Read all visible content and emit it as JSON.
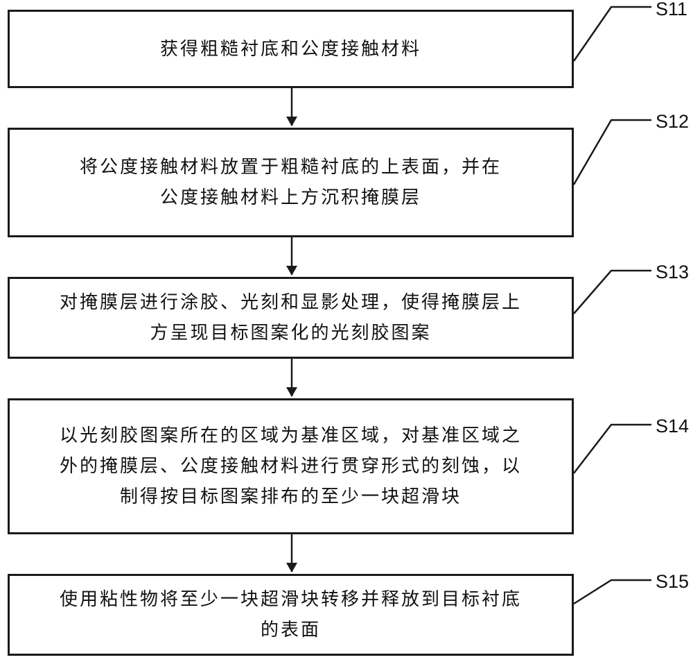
{
  "steps": [
    {
      "id": "S11",
      "lines": [
        "获得粗糙衬底和公度接触材料"
      ]
    },
    {
      "id": "S12",
      "lines": [
        "将公度接触材料放置于粗糙衬底的上表面，并在",
        "公度接触材料上方沉积掩膜层"
      ]
    },
    {
      "id": "S13",
      "lines": [
        "对掩膜层进行涂胶、光刻和显影处理，使得掩膜层上",
        "方呈现目标图案化的光刻胶图案"
      ]
    },
    {
      "id": "S14",
      "lines": [
        "以光刻胶图案所在的区域为基准区域，对基准区域之",
        "外的掩膜层、公度接触材料进行贯穿形式的刻蚀，以",
        "制得按目标图案排布的至少一块超滑块"
      ]
    },
    {
      "id": "S15",
      "lines": [
        "使用粘性物将至少一块超滑块转移并释放到目标衬底",
        "的表面"
      ]
    }
  ]
}
